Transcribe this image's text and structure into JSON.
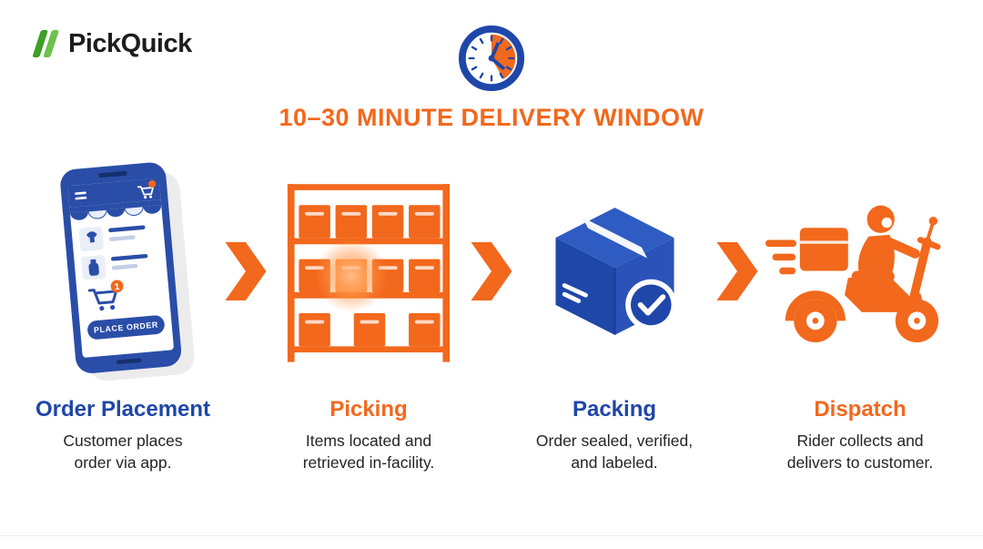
{
  "brand": {
    "name": "PickQuick",
    "logo_icon": "lightning-slashes-icon"
  },
  "header": {
    "icon": "clock-icon",
    "title": "10–30 MINUTE DELIVERY WINDOW"
  },
  "steps": [
    {
      "title": "Order Placement",
      "accent": "blue",
      "description": "Customer places order via app.",
      "icon": "smartphone-order-app-icon",
      "app": {
        "button_label": "PLACE ORDER",
        "cart_badge": "1"
      }
    },
    {
      "title": "Picking",
      "accent": "orange",
      "description": "Items located and retrieved in-facility.",
      "icon": "warehouse-shelf-boxes-icon"
    },
    {
      "title": "Packing",
      "accent": "blue",
      "description": "Order sealed, verified, and labeled.",
      "icon": "sealed-box-checkmark-icon"
    },
    {
      "title": "Dispatch",
      "accent": "orange",
      "description": "Rider collects and delivers to customer.",
      "icon": "delivery-scooter-rider-icon"
    }
  ],
  "colors": {
    "orange": "#F2681C",
    "blue": "#1F47A9",
    "phone_blue": "#2A4DA8",
    "green_logo": "#54B335",
    "text_dark": "#1D1D1D"
  }
}
